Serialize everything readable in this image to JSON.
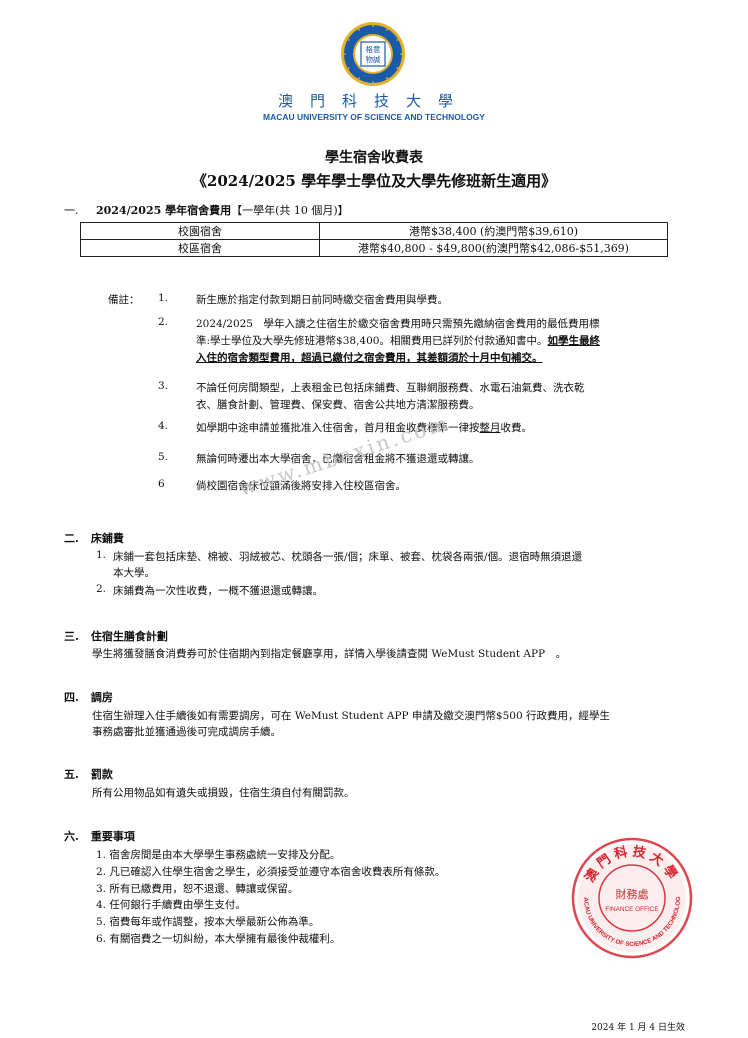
{
  "header": {
    "logo_inner": [
      "格意",
      "物誠"
    ],
    "university_cn": "澳門科技大學",
    "university_en": "MACAU UNIVERSITY OF SCIENCE AND TECHNOLOGY",
    "title": "學生宿舍收費表",
    "subtitle": "《2024/2025 學年學士學位及大學先修班新生適用》"
  },
  "section1": {
    "num": "一.",
    "heading_bold": "2024/2025 學年宿舍費用",
    "heading_rest": "【一學年(共 10 個月)】",
    "rows": [
      {
        "name": "校園宿舍",
        "price": "港幣$38,400 (約澳門幣$39,610)"
      },
      {
        "name": "校區宿舍",
        "price": "港幣$40,800 - $49,800(約澳門幣$42,086-$51,369)"
      }
    ]
  },
  "notes": {
    "label": "備註：",
    "items": [
      {
        "num": "1.",
        "lines": [
          "新生應於指定付款到期日前同時繳交宿舍費用與學費。"
        ]
      },
      {
        "num": "2.",
        "line1": "2024/2025　學年入讀之住宿生於繳交宿舍費用時只需預先繳納宿舍費用的最低費用標",
        "line2": "準:學士學位及大學先修班港幣$38,400。相關費用已詳列於付款通知書中。",
        "line2_bold": "如學生最終",
        "line3_bold": "入住的宿舍類型費用，超過已繳付之宿舍費用，其差額須於十月中旬補交。"
      },
      {
        "num": "3.",
        "lines": [
          "不論任何房間類型，上表租金已包括床鋪費、互聯網服務費、水電石油氣費、洗衣乾",
          "衣、膳食計劃、管理費、保安費、宿舍公共地方清潔服務費。"
        ]
      },
      {
        "num": "4.",
        "line1_pre": "如學期中途申請並獲批准入住宿舍，首月租金收費標準一律按",
        "line1_u": "整月",
        "line1_post": "收費。"
      },
      {
        "num": "5.",
        "lines": [
          "無論何時遷出本大學宿舍，已繳宿舍租金將不獲退還或轉讓。"
        ]
      },
      {
        "num": "6",
        "lines": [
          "倘校園宿舍床位額滿後將安排入住校區宿舍。"
        ]
      }
    ]
  },
  "watermark": "www.mbaxin.com",
  "section2": {
    "num": "二.",
    "heading": "床鋪費",
    "items": [
      {
        "num": "1.",
        "lines": [
          "床鋪一套包括床墊、棉被、羽絨被芯、枕頭各一張/個；床單、被套、枕袋各兩張/個。退宿時無須退還",
          "本大學。"
        ]
      },
      {
        "num": "2.",
        "lines": [
          "床鋪費為一次性收費，一概不獲退還或轉讓。"
        ]
      }
    ]
  },
  "section3": {
    "num": "三.",
    "heading": "住宿生膳食計劃",
    "lines": [
      "學生將獲發膳食消費券可於住宿期內到指定餐廳享用，詳情入學後請查閱 WeMust Student APP　。"
    ]
  },
  "section4": {
    "num": "四.",
    "heading": "調房",
    "lines": [
      "住宿生辦理入住手續後如有需要調房，可在 WeMust Student APP 申請及繳交澳門幣$500 行政費用，經學生",
      "事務處審批並獲通過後可完成調房手續。"
    ]
  },
  "section5": {
    "num": "五.",
    "heading": "罰款",
    "lines": [
      "所有公用物品如有遺失或損毀，住宿生須自付有關罰款。"
    ]
  },
  "section6": {
    "num": "六.",
    "heading": "重要事項",
    "items": [
      {
        "num": "1.",
        "text": "宿舍房間是由本大學學生事務處統一安排及分配。"
      },
      {
        "num": "2.",
        "text": "凡已確認入住學生宿舍之學生，必須接受並遵守本宿舍收費表所有條款。"
      },
      {
        "num": "3.",
        "text": "所有已繳費用，恕不退還、轉讓或保留。"
      },
      {
        "num": "4.",
        "text": "任何銀行手續費由學生支付。"
      },
      {
        "num": "5.",
        "text": "宿費每年或作調整，按本大學最新公佈為準。"
      },
      {
        "num": "6.",
        "text": "有關宿費之一切糾紛，本大學擁有最後仲裁權利。"
      }
    ]
  },
  "seal": {
    "center_cn": "財務處",
    "center_en": "FINANCE OFFICE",
    "ring_cn": "澳門科技大學",
    "ring_en": "MACAU UNIVERSITY OF SCIENCE AND TECHNOLOGY",
    "color": "#d8262f"
  },
  "footer": {
    "effective": "2024 年 1 月 4 日生效"
  },
  "colors": {
    "brand_blue": "#1b5aa8",
    "logo_gold": "#e2b22c"
  }
}
